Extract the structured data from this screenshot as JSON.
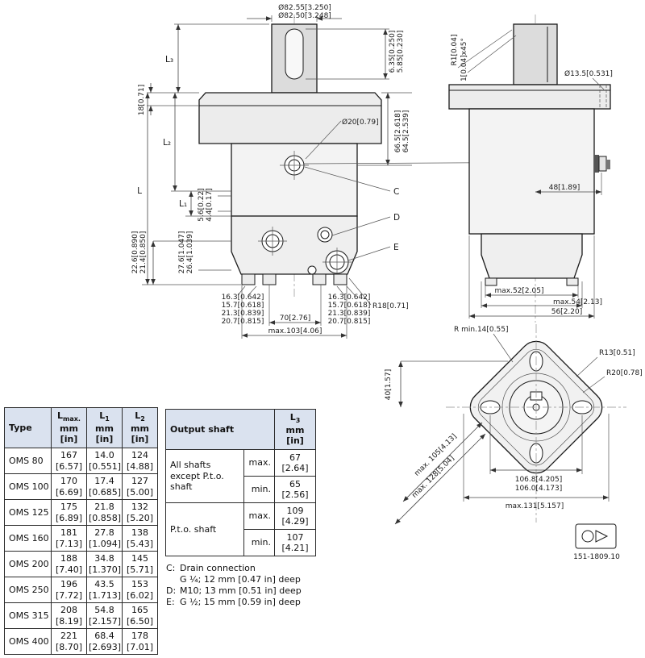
{
  "front_view": {
    "dia_max": "Ø82.55[3.250]",
    "dia_min": "Ø82.50[3.248]",
    "l3": "L₃",
    "flange_step": "18[0.71]",
    "l": "L",
    "l2": "L₂",
    "l1": "L₁",
    "key_h_max": "6.35[0.250]",
    "key_h_min": "5.85[0.230]",
    "port_depth_max": "66.5[2.618]",
    "port_depth_min": "64.5[2.539]",
    "port_dia": "Ø20[0.79]",
    "step_max": "5.6[0.22]",
    "step_min": "4.4[0.17]",
    "port1_max": "22.6[0.890]",
    "port1_min": "21.4[0.850]",
    "port2_max": "27.6[1.047]",
    "port2_min": "26.4[1.039]",
    "stack_left": [
      "16.3[0.642]",
      "15.7[0.618]",
      "21.3[0.839]",
      "20.7[0.815]"
    ],
    "stack_right": [
      "16.3[0.642]",
      "15.7[0.618]",
      "21.3[0.839]",
      "20.7[0.815]"
    ],
    "corner_r": "R18[0.71]",
    "foot_span": "70[2.76]",
    "overall_w": "max.103[4.06]",
    "label_c": "C",
    "label_d": "D",
    "label_e": "E"
  },
  "side_view": {
    "edge_r": "R1[0.04]",
    "chamfer": "1[0.04]x45°",
    "hole_dia": "Ø13.5[0.531]",
    "port_offset": "48[1.89]",
    "width_max1": "max.52[2.05]",
    "width_max2": "max.54[2.13]",
    "width": "56[2.20]"
  },
  "flange_view": {
    "r_min": "R min.14[0.55]",
    "r13": "R13[0.51]",
    "r20": "R20[0.78]",
    "offset40": "40[1.57]",
    "across_flats": "max. 105[4.13]",
    "across_corners": "max. 128[5.04]",
    "bolt_cc_max": "106.8[4.205]",
    "bolt_cc_min": "106.0[4.173]",
    "overall": "max.131[5.157]",
    "part_no": "151-1809.10"
  },
  "main_table": {
    "header": {
      "type": "Type",
      "l": "L",
      "max_sub": "max.",
      "one_sub": "1",
      "two_sub": "2",
      "mm": "mm",
      "in_unit": "[in]"
    },
    "rows": [
      {
        "type": "OMS 80",
        "lmax_mm": "167",
        "lmax_in": "[6.57]",
        "l1_mm": "14.0",
        "l1_in": "[0.551]",
        "l2_mm": "124",
        "l2_in": "[4.88]"
      },
      {
        "type": "OMS 100",
        "lmax_mm": "170",
        "lmax_in": "[6.69]",
        "l1_mm": "17.4",
        "l1_in": "[0.685]",
        "l2_mm": "127",
        "l2_in": "[5.00]"
      },
      {
        "type": "OMS 125",
        "lmax_mm": "175",
        "lmax_in": "[6.89]",
        "l1_mm": "21.8",
        "l1_in": "[0.858]",
        "l2_mm": "132",
        "l2_in": "[5.20]"
      },
      {
        "type": "OMS 160",
        "lmax_mm": "181",
        "lmax_in": "[7.13]",
        "l1_mm": "27.8",
        "l1_in": "[1.094]",
        "l2_mm": "138",
        "l2_in": "[5.43]"
      },
      {
        "type": "OMS 200",
        "lmax_mm": "188",
        "lmax_in": "[7.40]",
        "l1_mm": "34.8",
        "l1_in": "[1.370]",
        "l2_mm": "145",
        "l2_in": "[5.71]"
      },
      {
        "type": "OMS 250",
        "lmax_mm": "196",
        "lmax_in": "[7.72]",
        "l1_mm": "43.5",
        "l1_in": "[1.713]",
        "l2_mm": "153",
        "l2_in": "[6.02]"
      },
      {
        "type": "OMS 315",
        "lmax_mm": "208",
        "lmax_in": "[8.19]",
        "l1_mm": "54.8",
        "l1_in": "[2.157]",
        "l2_mm": "165",
        "l2_in": "[6.50]"
      },
      {
        "type": "OMS 400",
        "lmax_mm": "221",
        "lmax_in": "[8.70]",
        "l1_mm": "68.4",
        "l1_in": "[2.693]",
        "l2_mm": "178",
        "l2_in": "[7.01]"
      }
    ]
  },
  "shaft_table": {
    "title": "Output shaft",
    "l": "L",
    "three_sub": "3",
    "mm": "mm",
    "in_unit": "[in]",
    "groups": [
      {
        "label": "All shafts except P.t.o. shaft",
        "max_label": "max.",
        "max_mm": "67",
        "max_in": "[2.64]",
        "min_label": "min.",
        "min_mm": "65",
        "min_in": "[2.56]"
      },
      {
        "label": "P.t.o. shaft",
        "max_label": "max.",
        "max_mm": "109",
        "max_in": "[4.29]",
        "min_label": "min.",
        "min_mm": "107",
        "min_in": "[4.21]"
      }
    ]
  },
  "notes": {
    "c_key": "C:",
    "c_line1": "Drain connection",
    "c_line2": "G ¼; 12 mm [0.47 in] deep",
    "d_key": "D:",
    "d_line": "M10; 13 mm [0.51 in] deep",
    "e_key": "E:",
    "e_line": "G ½; 15 mm [0.59 in] deep"
  }
}
